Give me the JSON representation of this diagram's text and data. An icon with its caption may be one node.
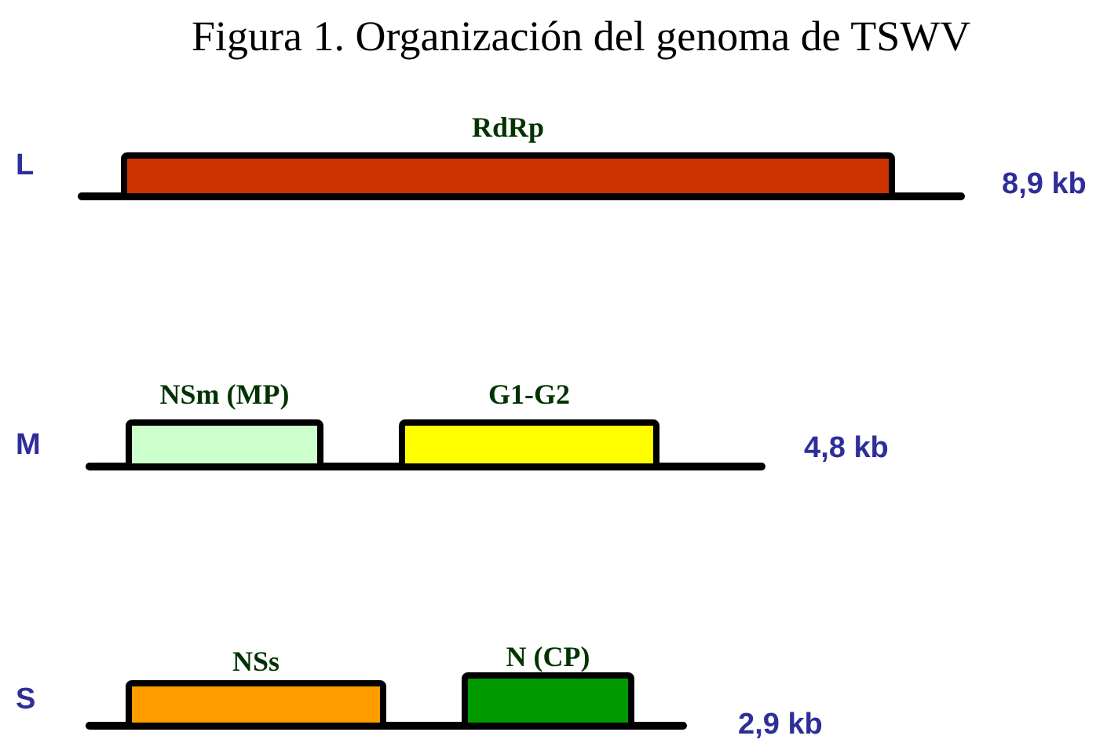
{
  "diagram": {
    "title": "Figura 1. Organización del genoma de TSWV",
    "nodes": [
      {
        "text": [
          "RdRp"
        ]
      },
      {
        "text": [
          "NSm (MP)"
        ]
      },
      {
        "text": [
          "G1-G2"
        ]
      },
      {
        "text": [
          "NSs"
        ]
      },
      {
        "text": [
          "N (CP)"
        ]
      }
    ],
    "labels": [
      "L",
      "8,9 kb",
      "M",
      "4,8 kb",
      "S",
      "2,9 kb"
    ]
  }
}
